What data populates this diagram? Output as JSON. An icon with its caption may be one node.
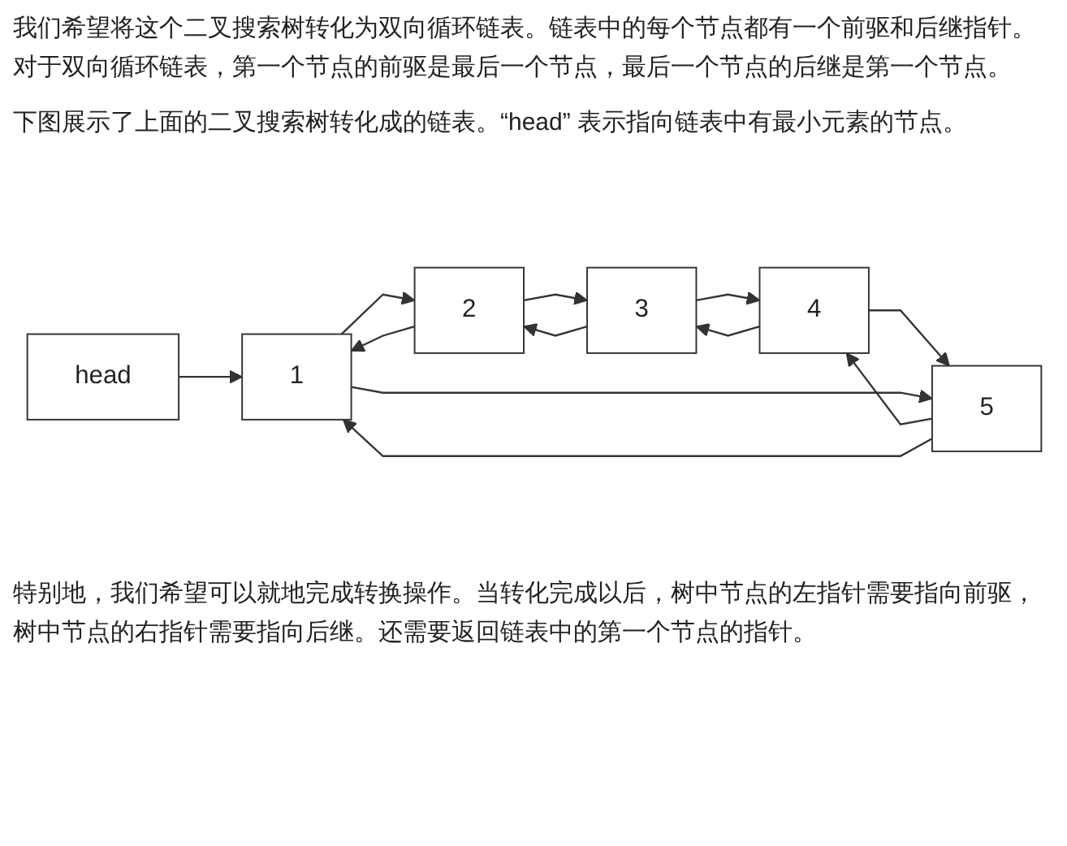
{
  "diagram": {
    "nodes": [
      {
        "text": [
          "head"
        ]
      },
      {
        "text": [
          "1"
        ]
      },
      {
        "text": [
          "2"
        ]
      },
      {
        "text": [
          "3"
        ]
      },
      {
        "text": [
          "4"
        ]
      },
      {
        "text": [
          "5"
        ]
      }
    ],
    "edges": [
      {
        "from": 0,
        "to": 1,
        "arrow": "to"
      },
      {
        "from": 1,
        "to": 2,
        "arrow": "to"
      },
      {
        "from": 2,
        "to": 1,
        "arrow": "to"
      },
      {
        "from": 2,
        "to": 3,
        "arrow": "to"
      },
      {
        "from": 3,
        "to": 2,
        "arrow": "to"
      },
      {
        "from": 3,
        "to": 4,
        "arrow": "to"
      },
      {
        "from": 4,
        "to": 3,
        "arrow": "to"
      },
      {
        "from": 4,
        "to": 5,
        "arrow": "to"
      },
      {
        "from": 5,
        "to": 4,
        "arrow": "to"
      },
      {
        "from": 5,
        "to": 1,
        "arrow": "to"
      },
      {
        "from": 1,
        "to": 5,
        "arrow": "to"
      }
    ],
    "labels": [
      "我们希望将这个二叉搜索树转化为双向循环链表。链表中的每个节点都有一个前驱和后继指针。对于双向循环链表，第一个节点的前驱是最后一个节点，最后一个节点的后继是第一个节点。",
      "下图展示了上面的二叉搜索树转化成的链表。“head” 表示指向链表中有最小元素的节点。",
      "特别地，我们希望可以就地完成转换操作。当转化完成以后，树中节点的左指针需要指向前驱，树中节点的右指针需要指向后继。还需要返回链表中的第一个节点的指针。"
    ]
  }
}
